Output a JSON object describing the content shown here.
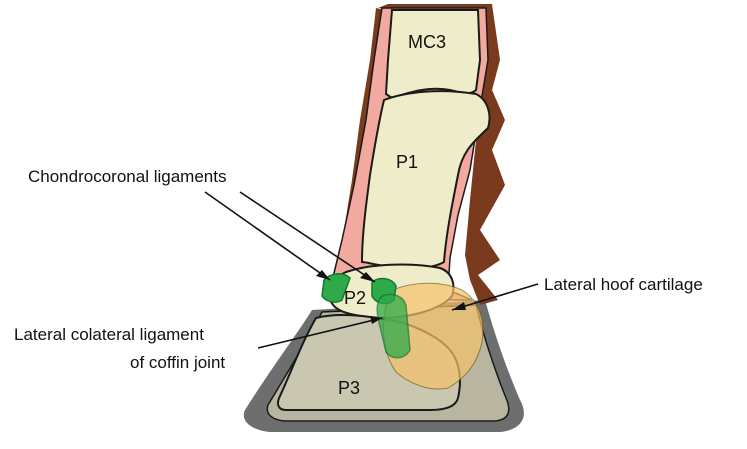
{
  "labels": {
    "chondrocoronal": "Chondrocoronal ligaments",
    "lateral_hoof_cartilage": "Lateral hoof cartilage",
    "lateral_colateral_line1": "Lateral colateral ligament",
    "lateral_colateral_line2": "of coffin joint"
  },
  "bones": {
    "mc3": "MC3",
    "p1": "P1",
    "p2": "P2",
    "p3": "P3"
  },
  "colors": {
    "bone": "#efedc9",
    "bone_outline": "#1a1a1a",
    "skin": "#f2a9a0",
    "hair": "#7a3a1e",
    "hoof_wall": "#5c5f5e",
    "hoof_inner": "#b8b6a1",
    "cartilage": "#f5c26b",
    "ligament": "#2eaa4a",
    "ligament_dark": "#137a2e"
  }
}
